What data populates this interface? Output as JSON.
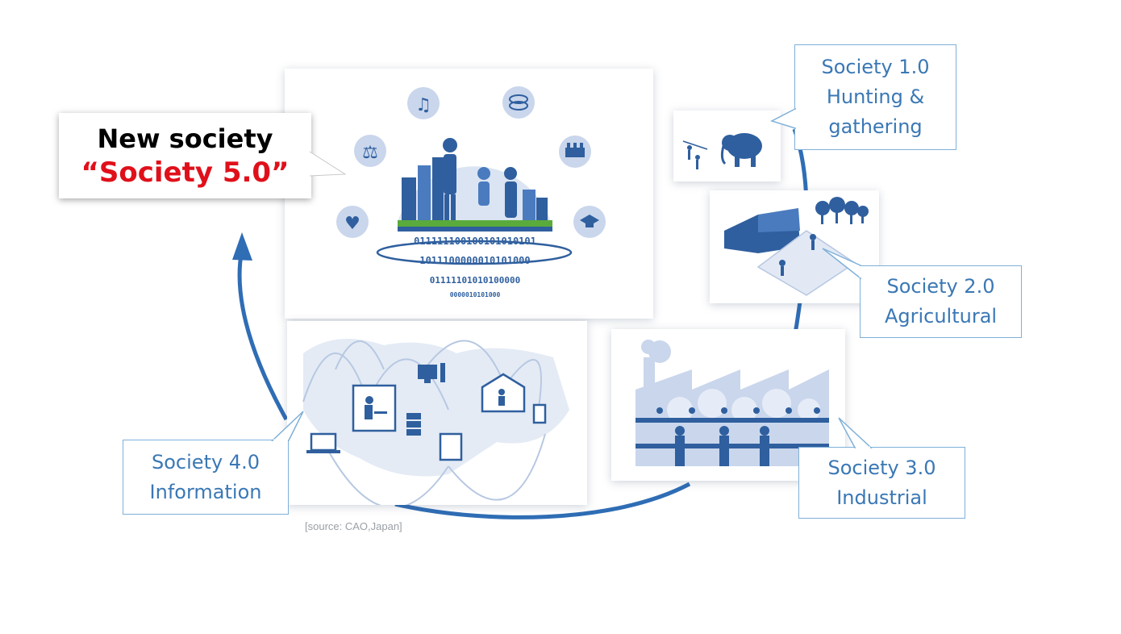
{
  "main_callout": {
    "line1": "New society",
    "line2": "“Society 5.0”",
    "line1_color": "#000000",
    "line2_color": "#e0101a"
  },
  "callouts": {
    "society1": {
      "line1": "Society 1.0",
      "line2": "Hunting &",
      "line3": "gathering"
    },
    "society2": {
      "line1": "Society 2.0",
      "line2": "Agricultural"
    },
    "society3": {
      "line1": "Society 3.0",
      "line2": "Industrial"
    },
    "society4": {
      "line1": "Society 4.0",
      "line2": "Information"
    }
  },
  "binary_text": {
    "row1": "011111100100101010101",
    "row2": "1011100000010101000",
    "row3": "01111101010100000",
    "row4": "0000010101000"
  },
  "source": "[source: CAO,Japan]",
  "colors": {
    "accent": "#3a78b5",
    "arrow": "#2f6db5",
    "icon_blue": "#2f5f9e",
    "light_blue": "#c9d6ec",
    "red": "#e0101a"
  },
  "icons": [
    "music-note-icon",
    "coins-icon",
    "factory-icon",
    "scales-icon",
    "heart-icon",
    "graduation-cap-icon"
  ]
}
